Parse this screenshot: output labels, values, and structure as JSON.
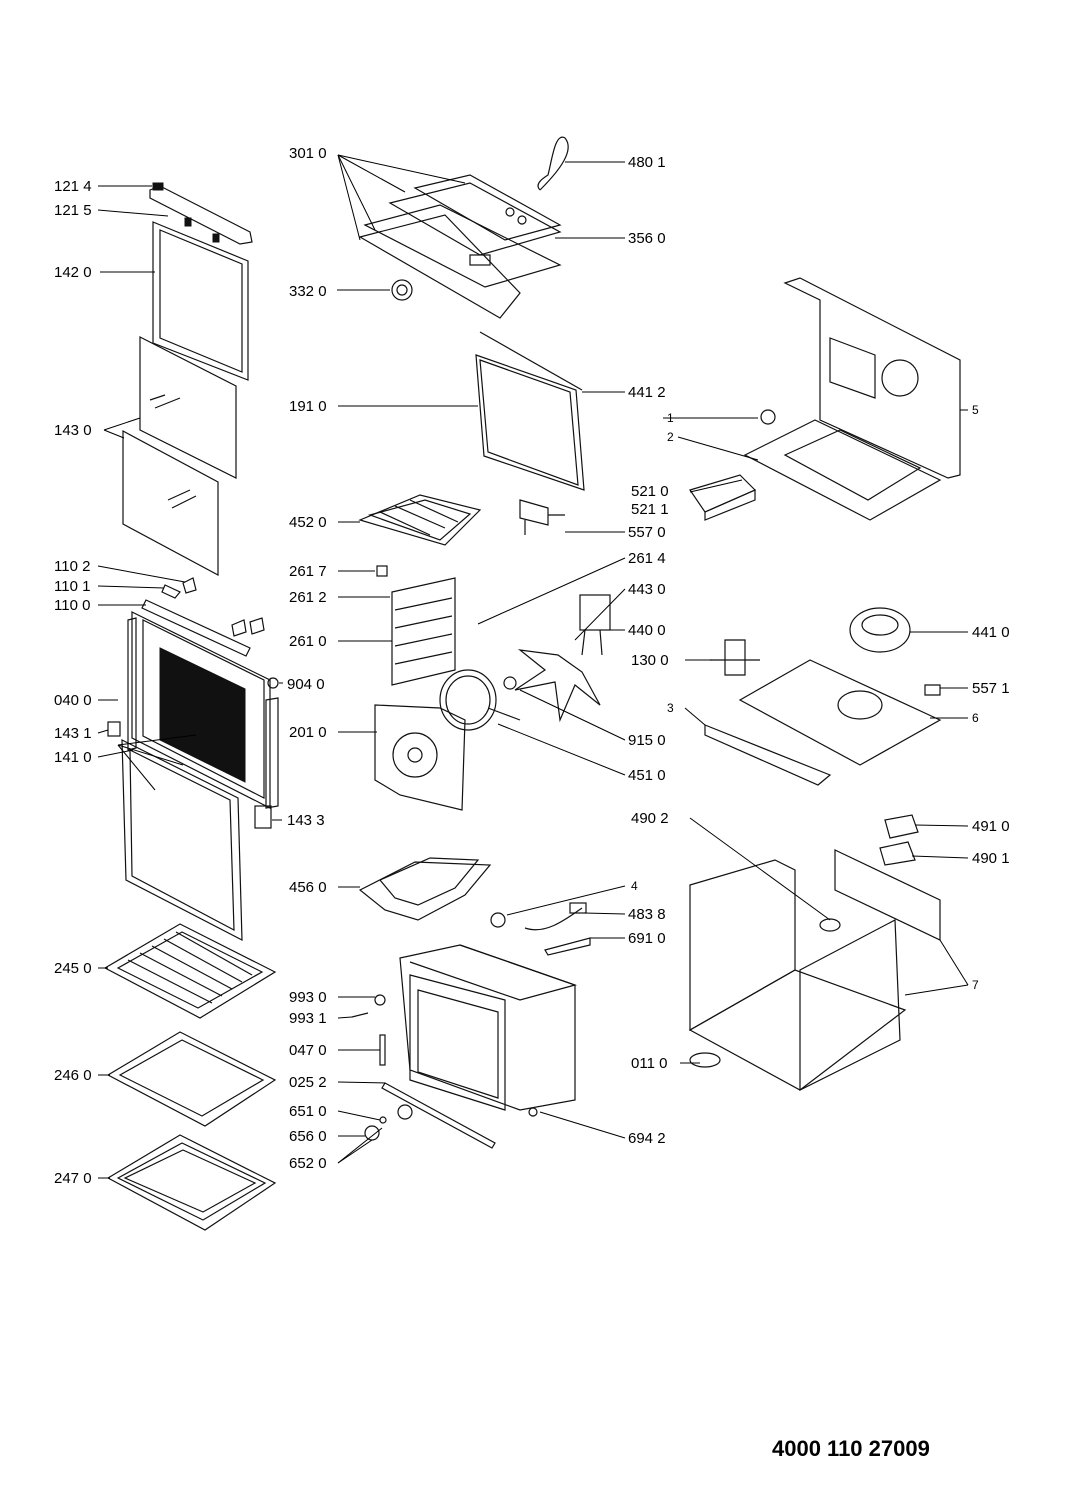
{
  "document_number": "4000 110 27009",
  "callouts": {
    "c1214": "121 4",
    "c1215": "121 5",
    "c1420": "142 0",
    "c1430": "143 0",
    "c1102": "110 2",
    "c1101": "110 1",
    "c1100": "110 0",
    "c0400": "040 0",
    "c1431": "143 1",
    "c1410": "141 0",
    "c2450": "245 0",
    "c2460": "246 0",
    "c2470": "247 0",
    "c3010": "301 0",
    "c3320": "332 0",
    "c1910": "191 0",
    "c4520": "452 0",
    "c2617": "261 7",
    "c2612": "261 2",
    "c2610": "261 0",
    "c9040": "904 0",
    "c2010": "201 0",
    "c1433": "143 3",
    "c4560": "456 0",
    "c9930": "993 0",
    "c9931": "993 1",
    "c0470": "047 0",
    "c0252": "025 2",
    "c6510": "651 0",
    "c6560": "656 0",
    "c6520": "652 0",
    "c4801": "480 1",
    "c3560": "356 0",
    "c4412": "441 2",
    "c5210": "521 0",
    "c5211": "521 1",
    "c5570": "557 0",
    "c2614": "261 4",
    "c4430": "443 0",
    "c4400": "440 0",
    "c1300": "130 0",
    "c9150": "915 0",
    "c4510": "451 0",
    "c4902": "490 2",
    "c4": "4",
    "c4838": "483 8",
    "c6910": "691 0",
    "c0110": "011 0",
    "c6942": "694 2",
    "c5": "5",
    "c1": "1",
    "c2": "2",
    "c4410": "441 0",
    "c5571": "557 1",
    "c3": "3",
    "c6": "6",
    "c4910": "491 0",
    "c4901": "490 1",
    "c7": "7"
  }
}
